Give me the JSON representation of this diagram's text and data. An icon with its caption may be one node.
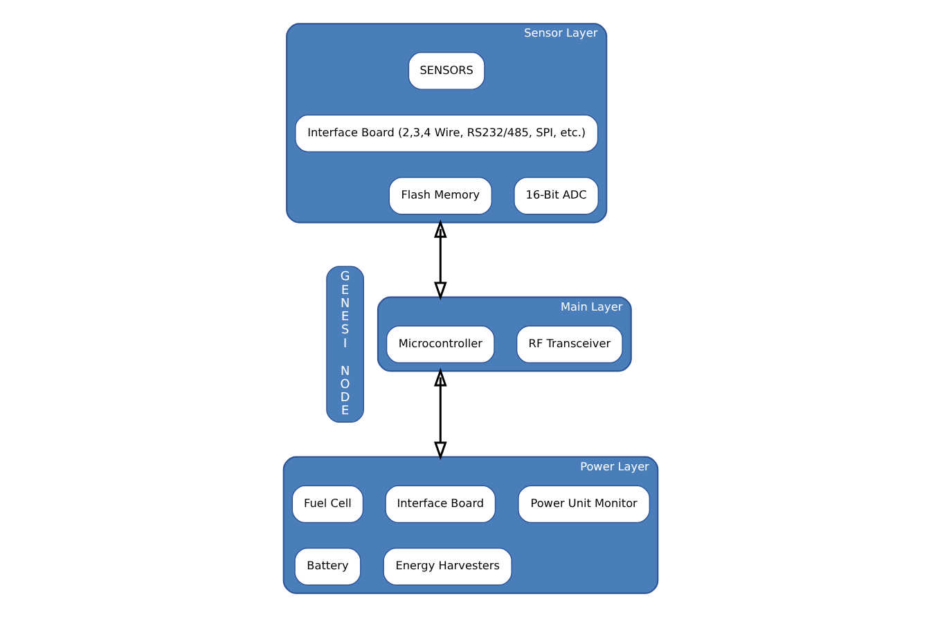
{
  "diagram": {
    "nodes": [
      {
        "text": [
          "Sensor Layer"
        ]
      },
      {
        "text": [
          "SENSORS"
        ],
        "in": 0
      },
      {
        "text": [
          "Interface Board (2,3,4 Wire, RS232/485, SPI, etc.)"
        ],
        "in": 0
      },
      {
        "text": [
          "Flash Memory"
        ],
        "in": 0
      },
      {
        "text": [
          "16-Bit ADC"
        ],
        "in": 0
      },
      {
        "text": [
          "GENESI NODE"
        ]
      },
      {
        "text": [
          "Main Layer"
        ]
      },
      {
        "text": [
          "Microcontroller"
        ],
        "in": 6
      },
      {
        "text": [
          "RF Transceiver"
        ],
        "in": 6
      },
      {
        "text": [
          "Power Layer"
        ]
      },
      {
        "text": [
          "Interface Board"
        ],
        "in": 9
      },
      {
        "text": [
          "Fuel Cell"
        ],
        "in": 9
      },
      {
        "text": [
          "Power Unit Monitor"
        ],
        "in": 9
      },
      {
        "text": [
          "Battery"
        ],
        "in": 9
      },
      {
        "text": [
          "Energy Harvesters"
        ],
        "in": 9
      }
    ],
    "edges": [
      {
        "from": 0,
        "to": 6,
        "arrow": "both"
      },
      {
        "from": 6,
        "to": 9,
        "arrow": "both"
      }
    ]
  }
}
